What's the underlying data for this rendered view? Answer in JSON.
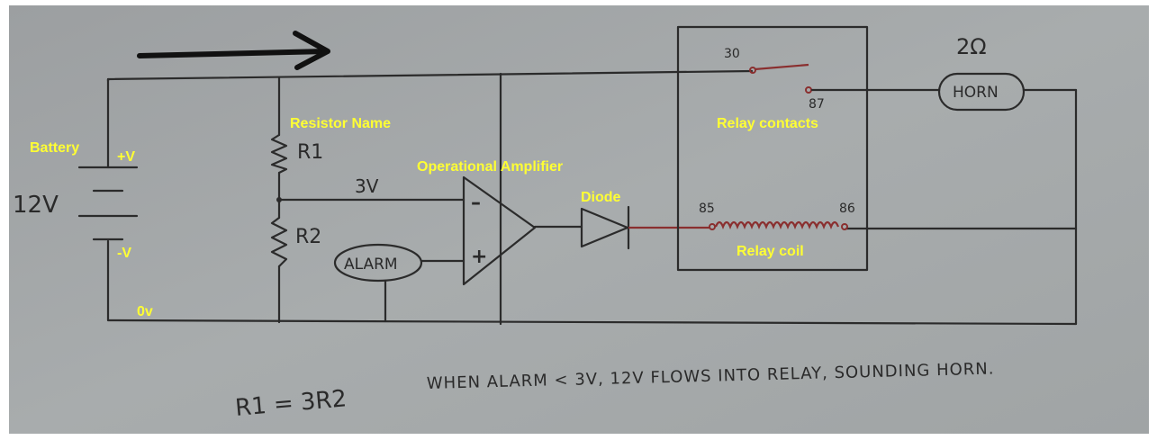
{
  "labels": {
    "battery": "Battery",
    "plus_v": "+V",
    "minus_v": "-V",
    "zero_v": "0v",
    "resistor_name": "Resistor Name",
    "op_amp": "Operational Amplifier",
    "diode": "Diode",
    "relay_contacts": "Relay contacts",
    "relay_coil": "Relay coil"
  },
  "handwritten": {
    "battery_voltage": "12V",
    "r1": "R1",
    "r2": "R2",
    "divider_voltage": "3V",
    "opamp_minus": "–",
    "opamp_plus": "+",
    "alarm": "ALARM",
    "pin_30": "30",
    "pin_87": "87",
    "pin_85": "85",
    "pin_86": "86",
    "horn": "HORN",
    "horn_resistance": "2Ω",
    "resistor_relation": "R1 = 3R2",
    "note": "WHEN ALARM < 3V, 12V FLOWS INTO RELAY, SOUNDING HORN."
  },
  "colors": {
    "label": "#ffff33",
    "paper": "#a4a8a9",
    "ink": "#2b2b2b",
    "red_ink": "#8a2f2f"
  }
}
